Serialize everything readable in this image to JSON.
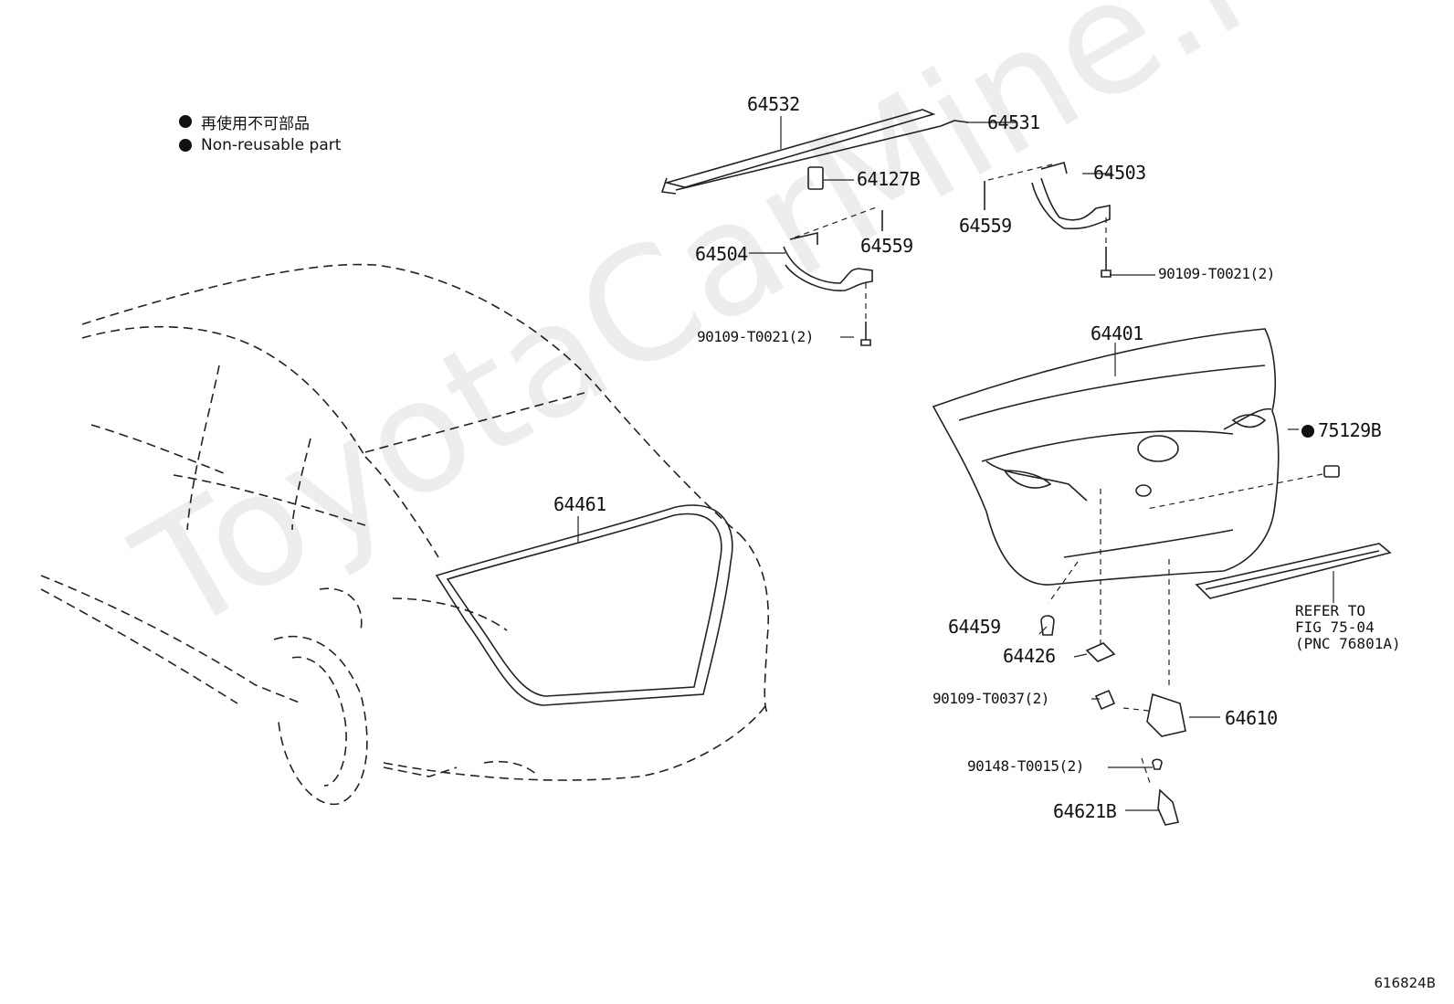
{
  "legend": {
    "jp": "再使用不可部品",
    "en": "Non-reusable part"
  },
  "watermark": "ToyotaCarMine.ru",
  "diagram_id": "616824B",
  "parts": {
    "p64532": "64532",
    "p64531": "64531",
    "p64127B": "64127B",
    "p64503": "64503",
    "p64559a": "64559",
    "p64559b": "64559",
    "p64504": "64504",
    "p90109_T0021_a": "90109-T0021(2)",
    "p90109_T0021_b": "90109-T0021(2)",
    "p64401": "64401",
    "p75129B": "75129B",
    "p64461": "64461",
    "p64459": "64459",
    "p64426": "64426",
    "p90109_T0037": "90109-T0037(2)",
    "p64610": "64610",
    "p90148_T0015": "90148-T0015(2)",
    "p64621B": "64621B"
  },
  "refer": {
    "line1": "REFER TO",
    "line2": "FIG 75-04",
    "line3": "(PNC 76801A)"
  }
}
